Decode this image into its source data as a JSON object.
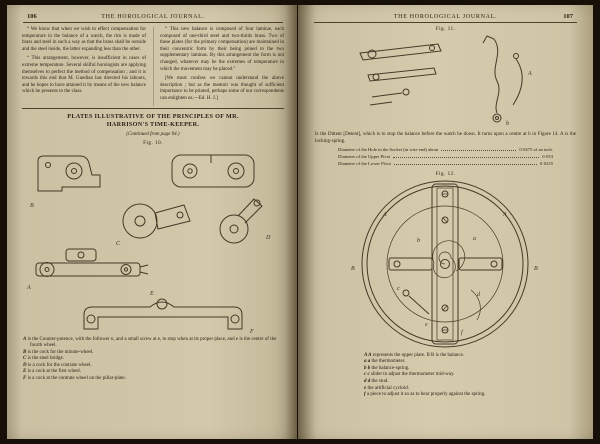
{
  "colors": {
    "paper": "#d2c8aa",
    "ink": "#2c2216",
    "background": "#171009"
  },
  "left_page": {
    "page_number": "106",
    "journal_title": "THE HOROLOGICAL JOURNAL.",
    "column1": {
      "para1": "“ We know that when we wish to effect compensation for temperature in the balance of a watch, the rim is made of brass and steel in such a way as that the brass shall be outside and the steel inside, the latter expanding less than the other.",
      "para2": "“ This arrangement, however, is insufficient in cases of extreme temperature. Several skilful horologists are applying themselves to perfect the method of compensation ; and it is towards this end that M. Guedian has directed his labours, and he hopes to have attained it by means of the new balance which he presents to the class."
    },
    "column2": {
      "para1": "“ This new balance is composed of four laminæ, each composed of one-third steel and two-thirds brass. Two of these plates (for the primary compensation) are maintained in their concentric form by their being joined to the two supplementary laminas. By this arrangement the form is not changed, whatever may be the extremes of temperature in which the movement may be placed.”",
      "para2": "[We must confess we cannot understand the above description ; but as the memoir was thought of sufficient importance to be printed, perhaps some of our correspondents can enlighten us.—Ed. H. J.]"
    },
    "section_title": "PLATES ILLUSTRATIVE OF THE PRINCIPLES OF MR. HARRISON'S TIME-KEEPER.",
    "continued_note": "(Continued from page 94.)",
    "fig10_label": "Fig. 10.",
    "fig10_annotations": [
      "B",
      "C",
      "D",
      "A",
      "E",
      "F"
    ],
    "captions": [
      {
        "lead": "A",
        "text": " is the Counter-potence, with the follower n, and a small screw at e, to stop when at its proper place, and e is the centre of the fourth wheel."
      },
      {
        "lead": "B",
        "text": " is the cock for the minute-wheel."
      },
      {
        "lead": "C",
        "text": " is the steel bridge."
      },
      {
        "lead": "D",
        "text": " is a cock for the contrate wheel."
      },
      {
        "lead": "E",
        "text": " is a cock at the first wheel."
      },
      {
        "lead": "F",
        "text": " is a cock at the contrate wheel on the pillar-plate."
      }
    ]
  },
  "right_page": {
    "page_number": "107",
    "journal_title": "THE HOROLOGICAL JOURNAL.",
    "fig11_label": "Fig. 11.",
    "fig11_annotations": [
      "A",
      "b"
    ],
    "detent_text": "Is the Dittent [Detent], which is to stop the balance before the watch be down. It turns upon a centre at b in Figure 14. A is the locking-spring.",
    "measurements": [
      {
        "label": "Diameter of the Hole in the Socket (in wire end) about",
        "value": "0·0475 of an inch."
      },
      {
        "label": "Diameter of the Upper Pivot",
        "value": "0·053"
      },
      {
        "label": "Diameter of the Lower Pivot",
        "value": "0·0235"
      }
    ],
    "fig12_label": "Fig. 12.",
    "fig12_annotations": [
      "A",
      "A",
      "B",
      "B",
      "a",
      "b",
      "c",
      "d",
      "e",
      "f"
    ],
    "captions": [
      {
        "lead": "A A",
        "text": " represents the upper plate.  B B is the balance."
      },
      {
        "lead": "a a",
        "text": " the thermometer."
      },
      {
        "lead": "b b",
        "text": " the balance-spring."
      },
      {
        "lead": "c c",
        "text": " slider to adjust the thermometer mid-way."
      },
      {
        "lead": "d d",
        "text": " the stud."
      },
      {
        "lead": "e",
        "text": " the artificial cycloid."
      },
      {
        "lead": "f",
        "text": " a piece to adjust it so as to bear properly against the spring."
      }
    ]
  }
}
